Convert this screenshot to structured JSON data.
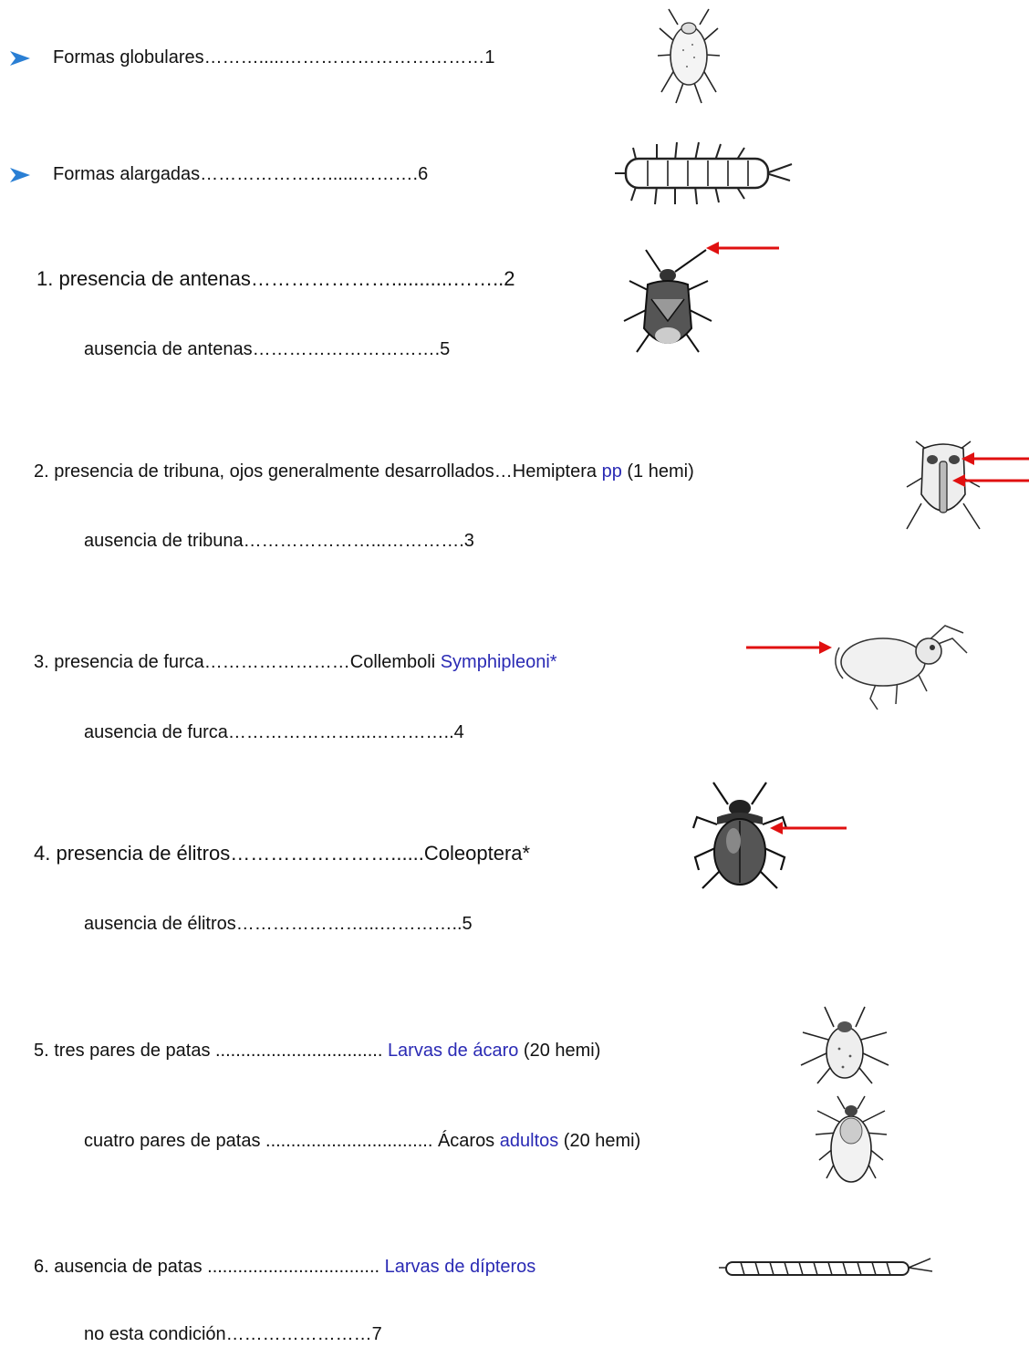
{
  "key": [
    {
      "id": "globular",
      "text": "Formas globulares……….....……………………………1"
    },
    {
      "id": "elongated",
      "text": "Formas alargadas…………………......……….6"
    },
    {
      "id": "l1a",
      "text": "1. presencia de antenas…………………...........……..2"
    },
    {
      "id": "l1b",
      "text": "ausencia de antenas………………………….5"
    },
    {
      "id": "l2a",
      "text": "2. presencia de tribuna, ojos generalmente desarrollados…Hemiptera ",
      "blue": "pp",
      "after": " (1 hemi)"
    },
    {
      "id": "l2b",
      "text": "ausencia de tribuna…………………...………….3"
    },
    {
      "id": "l3a",
      "text": "3. presencia de furca……………………Collemboli ",
      "blue": "Symphipleoni*",
      "after": ""
    },
    {
      "id": "l3b",
      "text": "ausencia de furca…………………...…………..4"
    },
    {
      "id": "l4a",
      "text": "4. presencia de élitros……………………......Coleoptera*"
    },
    {
      "id": "l4b",
      "text": "ausencia de élitros…………………...…………..5"
    },
    {
      "id": "l5a",
      "text": "5. tres pares de patas ................................. ",
      "blue": "Larvas de ácaro",
      "after": " (20 hemi)"
    },
    {
      "id": "l5b",
      "text": "cuatro pares de patas ................................. Ácaros ",
      "blue": "adultos",
      "after": " (20 hemi)"
    },
    {
      "id": "l6a",
      "text": "6. ausencia de patas .................................. ",
      "blue": "Larvas de dípteros",
      "after": ""
    },
    {
      "id": "l6b",
      "text": "no esta condición……………………7"
    }
  ],
  "colors": {
    "bullet": "#2a7fd4",
    "arrow": "#e01010",
    "link": "#2a2ab4"
  },
  "icons": [
    "bullet-arrow-icon",
    "mite-icon",
    "springtail-elongated-icon",
    "bug-icon",
    "hemiptera-head-icon",
    "collembola-icon",
    "beetle-icon",
    "mite-larva-icon",
    "tick-adult-icon",
    "diptera-larva-icon",
    "red-arrow-icon"
  ]
}
